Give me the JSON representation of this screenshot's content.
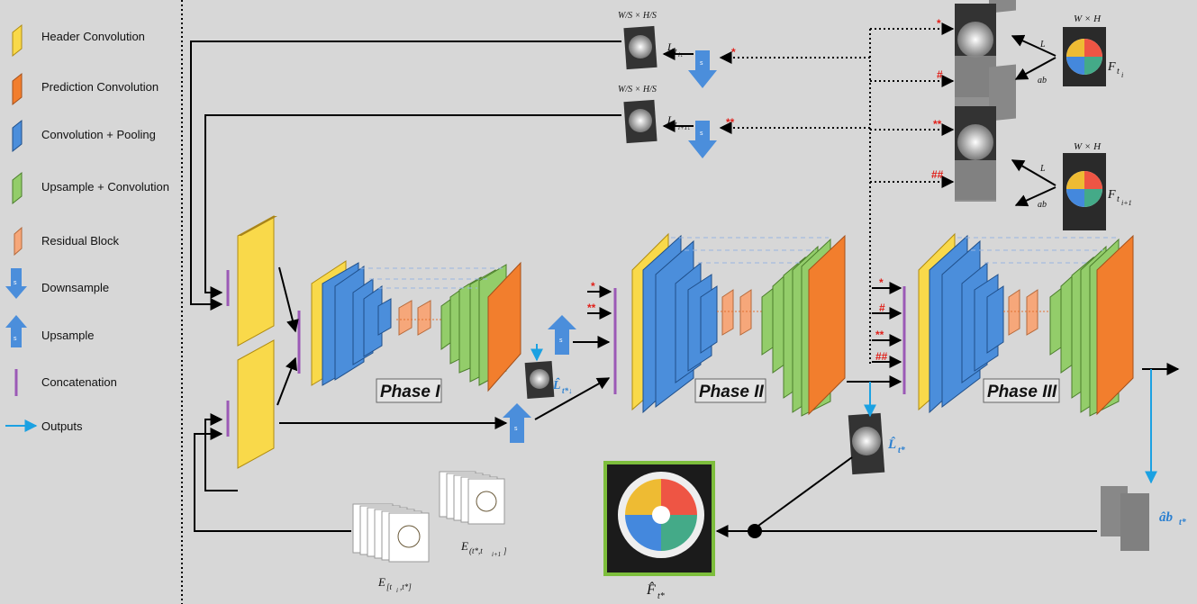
{
  "legend": {
    "items": [
      {
        "label": "Header Convolution",
        "icon": "header-convolution-icon",
        "color": "#f9d94a"
      },
      {
        "label": "Prediction Convolution",
        "icon": "prediction-convolution-icon",
        "color": "#f27e2d"
      },
      {
        "label": "Convolution + Pooling",
        "icon": "convolution-pooling-icon",
        "color": "#4b8edb"
      },
      {
        "label": "Upsample + Convolution",
        "icon": "upsample-convolution-icon",
        "color": "#93cd6a"
      },
      {
        "label": "Residual Block",
        "icon": "residual-block-icon",
        "color": "#f6a77a"
      },
      {
        "label": "Downsample",
        "icon": "downsample-arrow-icon",
        "color": "#4b8edb"
      },
      {
        "label": "Upsample",
        "icon": "upsample-arrow-icon",
        "color": "#4b8edb"
      },
      {
        "label": "Concatenation",
        "icon": "concatenation-bar-icon",
        "color": "#9b59b6"
      },
      {
        "label": "Outputs",
        "icon": "output-arrow-icon",
        "color": "#1ba1e2"
      }
    ]
  },
  "phases": [
    "Phase I",
    "Phase II",
    "Phase III"
  ],
  "scale_mark": "s",
  "frames": {
    "top_size_1": "W/S × H/S",
    "top_size_2": "W/S × H/S",
    "L_ti_down": "L",
    "L_ti_down_sub": "t",
    "L_ti_down_sub2": "i↓",
    "L_ti1_down": "L",
    "L_ti1_down_sub": "t",
    "L_ti1_down_sub2": "i+1↓",
    "F_ti_size": "W × H",
    "F_ti1_size": "W × H",
    "F_ti": "F",
    "F_ti_sub": "t",
    "F_ti_sub2": "i",
    "F_ti1": "F",
    "F_ti1_sub": "t",
    "F_ti1_sub2": "i+1",
    "channel_L": "L",
    "channel_ab": "ab",
    "L_hat_down": "L̂",
    "L_hat_down_sub": "t*↓",
    "L_hat": "L̂",
    "L_hat_sub": "t*",
    "ab_hat": "âb",
    "ab_hat_sub": "t*",
    "F_hat": "F̂",
    "F_hat_sub": "t*",
    "E1": "E",
    "E1_sub": "[t",
    "E1_sub2": "i",
    "E1_sub3": ",t*]",
    "E2": "E",
    "E2_sub": "(t*,t",
    "E2_sub2": "i+1",
    "E2_sub3": "]"
  },
  "marks": {
    "star": "*",
    "double_star": "**",
    "hash": "#",
    "double_hash": "##"
  },
  "colors": {
    "header": "#f9d94a",
    "prediction": "#f27e2d",
    "conv_pool": "#4b8edb",
    "upsample_conv": "#93cd6a",
    "residual": "#f6a77a",
    "concat": "#9b59b6",
    "output": "#1ba1e2",
    "marks": "#e0201a"
  }
}
